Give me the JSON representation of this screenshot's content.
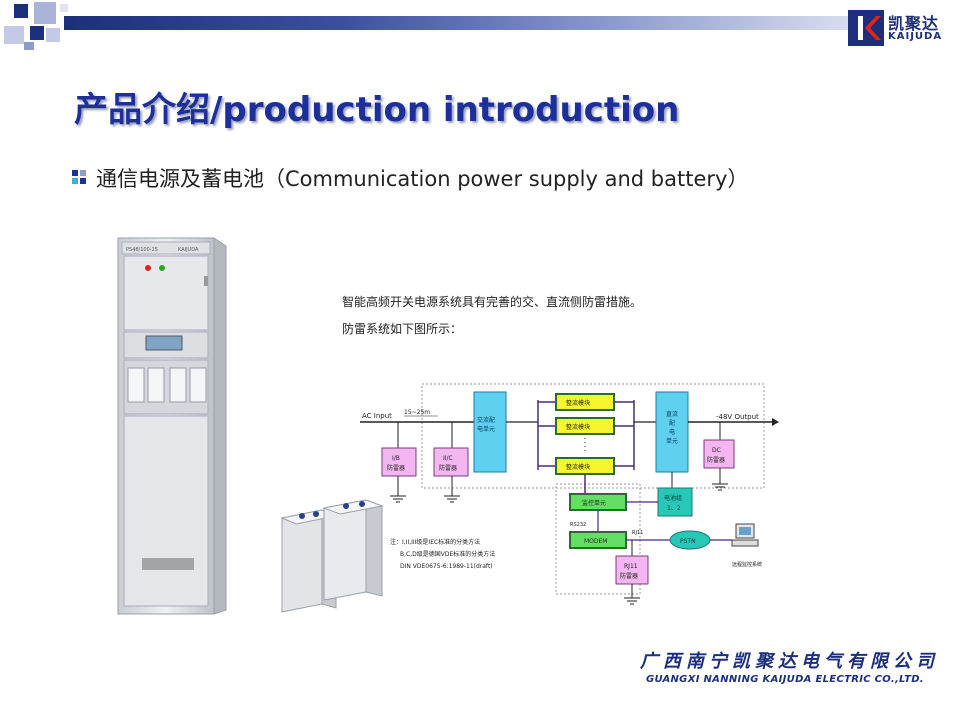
{
  "header": {
    "logo_cn": "凯聚达",
    "logo_en": "KAIJUDA",
    "colors": {
      "brand": "#1c2f7a",
      "title": "#1c2f9a"
    }
  },
  "title": "产品介绍/production introduction",
  "subtitle": "通信电源及蓄电池（Communication power supply and battery）",
  "description": {
    "line1": "智能高频开关电源系统具有完善的交、直流侧防雷措施。",
    "line2": "防雷系统如下图所示："
  },
  "diagram": {
    "ac_input": "AC Input",
    "distance": "15~25m",
    "ib_line1": "I/B",
    "ib_line2": "防雷器",
    "iic_line1": "II/C",
    "iic_line2": "防雷器",
    "ac_dist": [
      "交流配",
      "电单元"
    ],
    "rectifier": "整流模块",
    "dc_dist": [
      "直流",
      "配",
      "电",
      "单元"
    ],
    "output": "-48V Output",
    "dc_spd_line1": "DC",
    "dc_spd_line2": "防雷器",
    "monitor": "监控单元",
    "battery": [
      "电池组",
      "1、2"
    ],
    "rs232": "RS232",
    "rj11": "RJ11",
    "modem": "MODEM",
    "pstn": "PSTN",
    "rj11_spd_line1": "RJ11",
    "rj11_spd_line2": "防雷器",
    "remote": "远程监控系统",
    "note": [
      "注：I,II,III级是IEC标准的分类方法",
      "B,C,D级是德国VDE标准的分类方法",
      "DIN VDE0675-6:1989-11(draft)"
    ]
  },
  "cabinet": {
    "model": "PS48/100-2S",
    "brand": "KAIJUDA"
  },
  "footer": {
    "company_cn": "广西南宁凯聚达电气有限公司",
    "company_en": "GUANGXI NANNING KAIJUDA ELECTRIC CO.,LTD."
  }
}
